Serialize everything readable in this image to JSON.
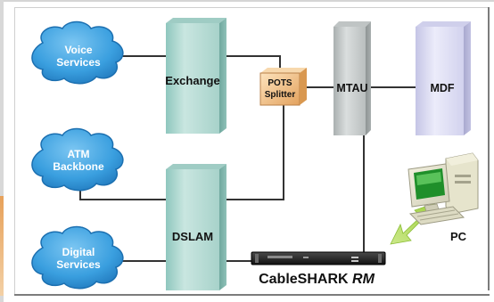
{
  "clouds": {
    "voice_services": [
      "Voice",
      "Services"
    ],
    "atm_backbone": [
      "ATM",
      "Backbone"
    ],
    "digital_services": [
      "Digital",
      "Services"
    ]
  },
  "boxes": {
    "exchange": "Exchange",
    "dslam": "DSLAM",
    "mtau": "MTAU",
    "mdf": "MDF",
    "pots_splitter": [
      "POTS",
      "Splitter"
    ]
  },
  "device": {
    "name_main": "CableSHARK",
    "name_suffix": "RM"
  },
  "pc": {
    "label": "PC"
  },
  "colors": {
    "cloud_fill": "#3aa0df",
    "cloud_edge": "#1b6fb0",
    "box_teal": "#b6dbd5",
    "box_gray": "#c8cccc",
    "box_lavender": "#dcdcf2",
    "splitter": "#f2c690",
    "line": "#333333",
    "arrow": "#b7dd56"
  }
}
